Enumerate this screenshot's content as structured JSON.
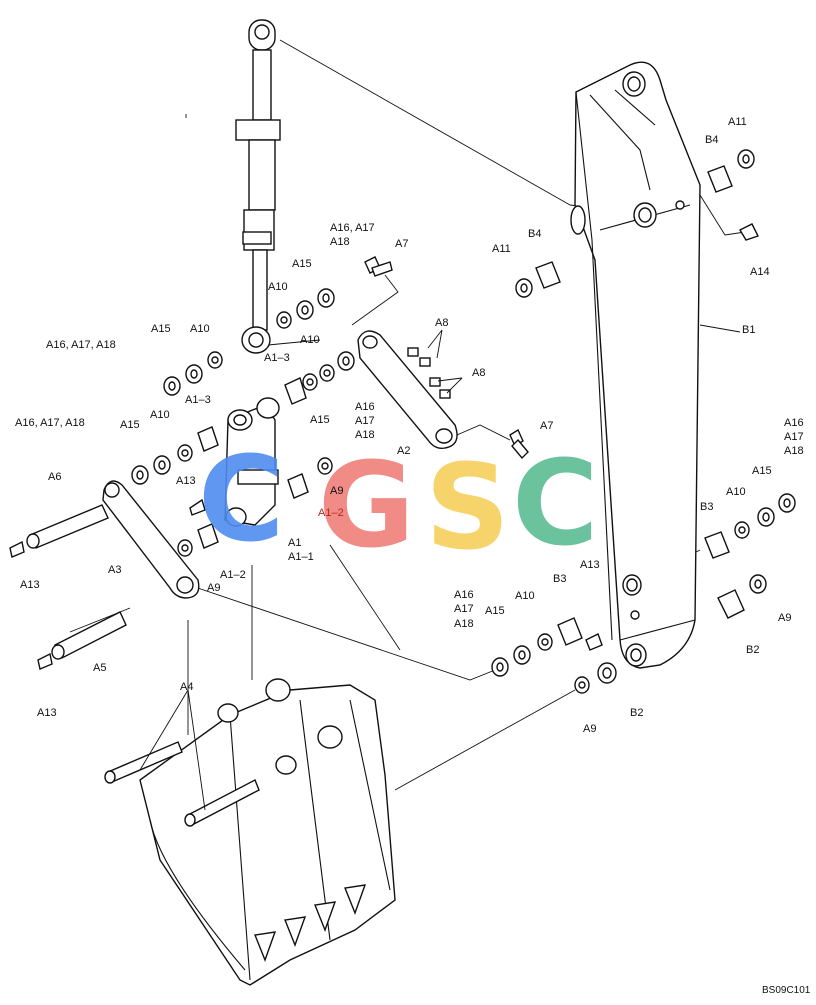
{
  "diagram": {
    "code": "BS09C101",
    "watermark": {
      "letters": [
        {
          "char": "C",
          "color": "#4f8cf0"
        },
        {
          "char": "G",
          "color": "#f07f7a"
        },
        {
          "char": "S",
          "color": "#f7cf5b"
        },
        {
          "char": "C",
          "color": "#5bbd93"
        }
      ]
    },
    "labels": {
      "a16_left": "A16, A17, A18",
      "a15_left": "A15",
      "a10_left": "A10",
      "a16_mid": "A16, A17, A18",
      "a15_mid": "A15",
      "a10_mid": "A10",
      "a13_stud": "A13",
      "a6": "A6",
      "a13_pin1": "A13",
      "a3": "A3",
      "a9_link": "A9",
      "a1_2_low": "A1–2",
      "a1": "A1",
      "a1_1": "A1–1",
      "a1_3_top": "A1–3",
      "a1_3_low": "A1–3",
      "a1_2_red": "A1–2",
      "a9_right": "A9",
      "a5": "A5",
      "a13_pin2": "A13",
      "a4": "A4",
      "a10_cyl": "A10",
      "a15_cyl": "A15",
      "a16_top_1": "A16, A17",
      "a16_top_2": "A18",
      "a7_top": "A7",
      "a10_r": "A10",
      "a15_r": "A15",
      "a16_v1": "A16",
      "a17_v1": "A17",
      "a18_v1": "A18",
      "a8_1": "A8",
      "a8_2": "A8",
      "a2": "A2",
      "a7_low": "A7",
      "a11_left": "A11",
      "b4_left": "B4",
      "b4_right": "B4",
      "a11_right": "A11",
      "a14": "A14",
      "b1": "B1",
      "a16_v2": "A16",
      "a17_v2": "A17",
      "a18_v2": "A18",
      "a15_b": "A15",
      "a10_b": "A10",
      "b3_right": "B3",
      "a9_b": "A9",
      "b2_right": "B2",
      "a16_v3": "A16",
      "a17_v3": "A17",
      "a18_v3": "A18",
      "a15_c": "A15",
      "a10_c": "A10",
      "b3_c": "B3",
      "a13_c": "A13",
      "a9_c": "A9",
      "b2_c": "B2"
    }
  }
}
